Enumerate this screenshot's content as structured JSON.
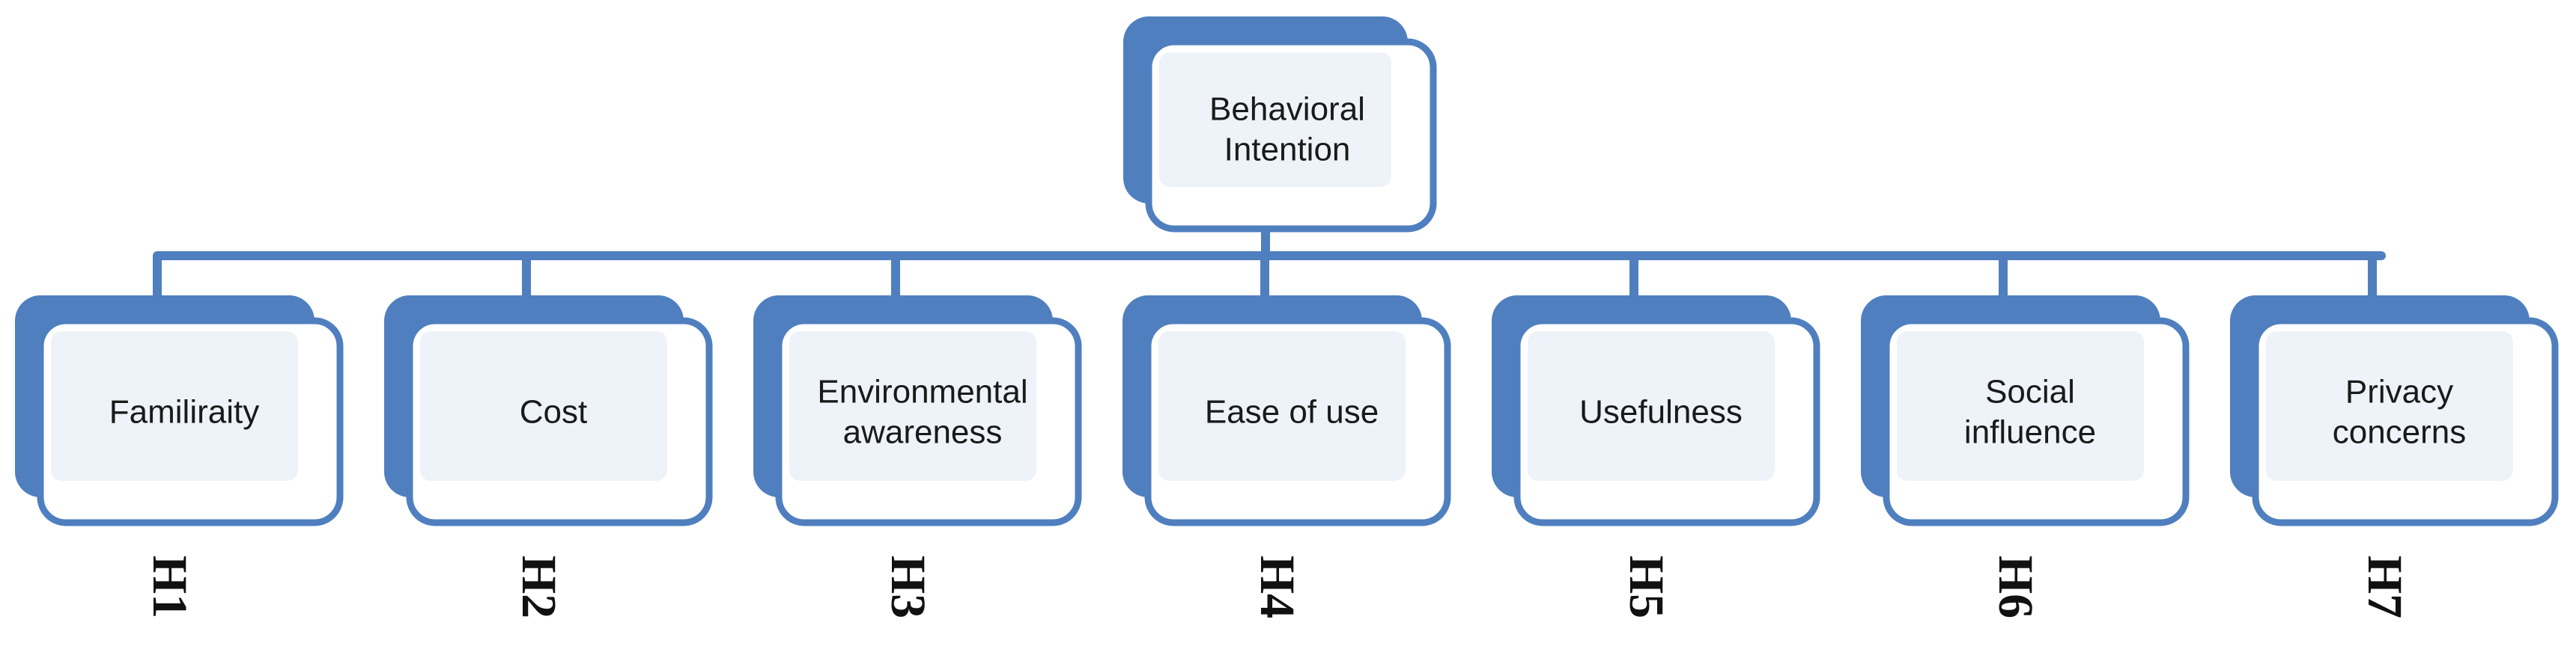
{
  "diagram": {
    "root": {
      "label_lines": [
        "Behavioral",
        "Intention"
      ]
    },
    "children": [
      {
        "label_lines": [
          "Familiraity"
        ],
        "hypothesis": "H1"
      },
      {
        "label_lines": [
          "Cost"
        ],
        "hypothesis": "H2"
      },
      {
        "label_lines": [
          "Environmental",
          "awareness"
        ],
        "hypothesis": "H3"
      },
      {
        "label_lines": [
          "Ease of use"
        ],
        "hypothesis": "H4"
      },
      {
        "label_lines": [
          "Usefulness"
        ],
        "hypothesis": "H5"
      },
      {
        "label_lines": [
          "Social",
          "influence"
        ],
        "hypothesis": "H6"
      },
      {
        "label_lines": [
          "Privacy",
          "concerns"
        ],
        "hypothesis": "H7"
      }
    ],
    "colors": {
      "accent": "#4f7fbf",
      "box_fill": "#ffffff",
      "box_inner_fill": "#eef3f9",
      "connector": "#4f7fbf"
    }
  }
}
